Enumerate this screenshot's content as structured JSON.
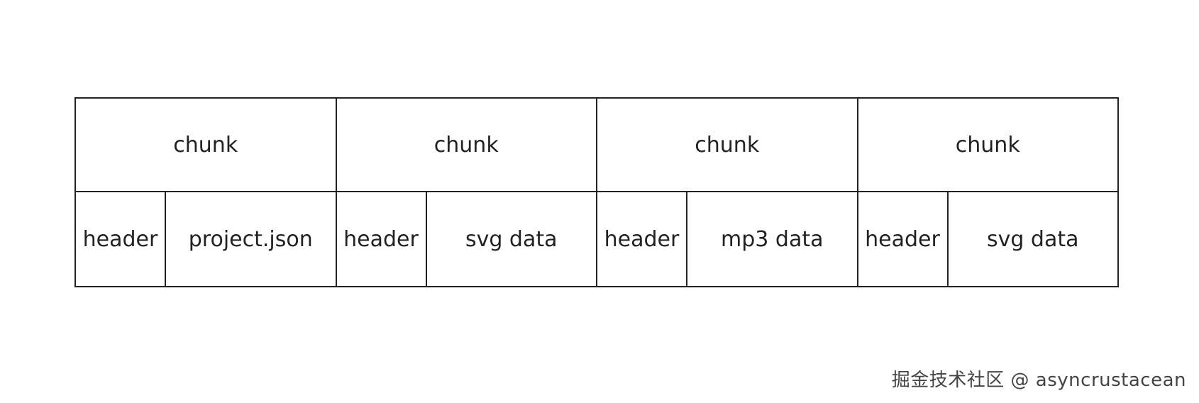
{
  "chunks": [
    {
      "label": "chunk",
      "header": "header",
      "payload": "project.json"
    },
    {
      "label": "chunk",
      "header": "header",
      "payload": "svg data"
    },
    {
      "label": "chunk",
      "header": "header",
      "payload": "mp3 data"
    },
    {
      "label": "chunk",
      "header": "header",
      "payload": "svg data"
    }
  ],
  "watermark": "掘金技术社区 @ asyncrustacean"
}
